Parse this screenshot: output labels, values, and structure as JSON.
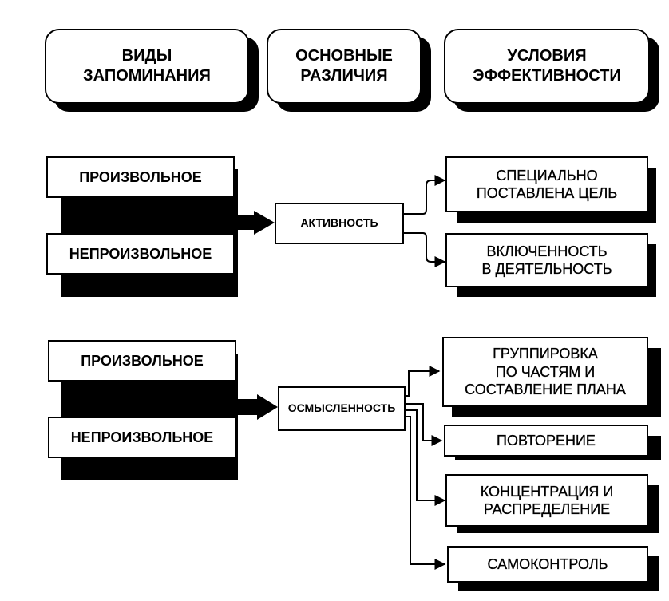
{
  "headers": {
    "types": [
      "ВИДЫ",
      "ЗАПОМИНАНИЯ"
    ],
    "differences": [
      "ОСНОВНЫЕ",
      "РАЗЛИЧИЯ"
    ],
    "conditions": [
      "УСЛОВИЯ",
      "ЭФФЕКТИВНОСТИ"
    ]
  },
  "block1": {
    "voluntary": "ПРОИЗВОЛЬНОЕ",
    "involuntary": "НЕПРОИЗВОЛЬНОЕ",
    "difference": "АКТИВНОСТЬ",
    "conditions": [
      [
        "СПЕЦИАЛЬНО",
        "ПОСТАВЛЕНА ЦЕЛЬ"
      ],
      [
        "ВКЛЮЧЕННОСТЬ",
        "В ДЕЯТЕЛЬНОСТЬ"
      ]
    ]
  },
  "block2": {
    "voluntary": "ПРОИЗВОЛЬНОЕ",
    "involuntary": "НЕПРОИЗВОЛЬНОЕ",
    "difference": "ОСМЫСЛЕННОСТЬ",
    "conditions": [
      [
        "ГРУППИРОВКА",
        "ПО ЧАСТЯМ И",
        "СОСТАВЛЕНИЕ ПЛАНА"
      ],
      [
        "ПОВТОРЕНИЕ"
      ],
      [
        "КОНЦЕНТРАЦИЯ И",
        "РАСПРЕДЕЛЕНИЕ"
      ],
      [
        "САМОКОНТРОЛЬ"
      ]
    ]
  }
}
